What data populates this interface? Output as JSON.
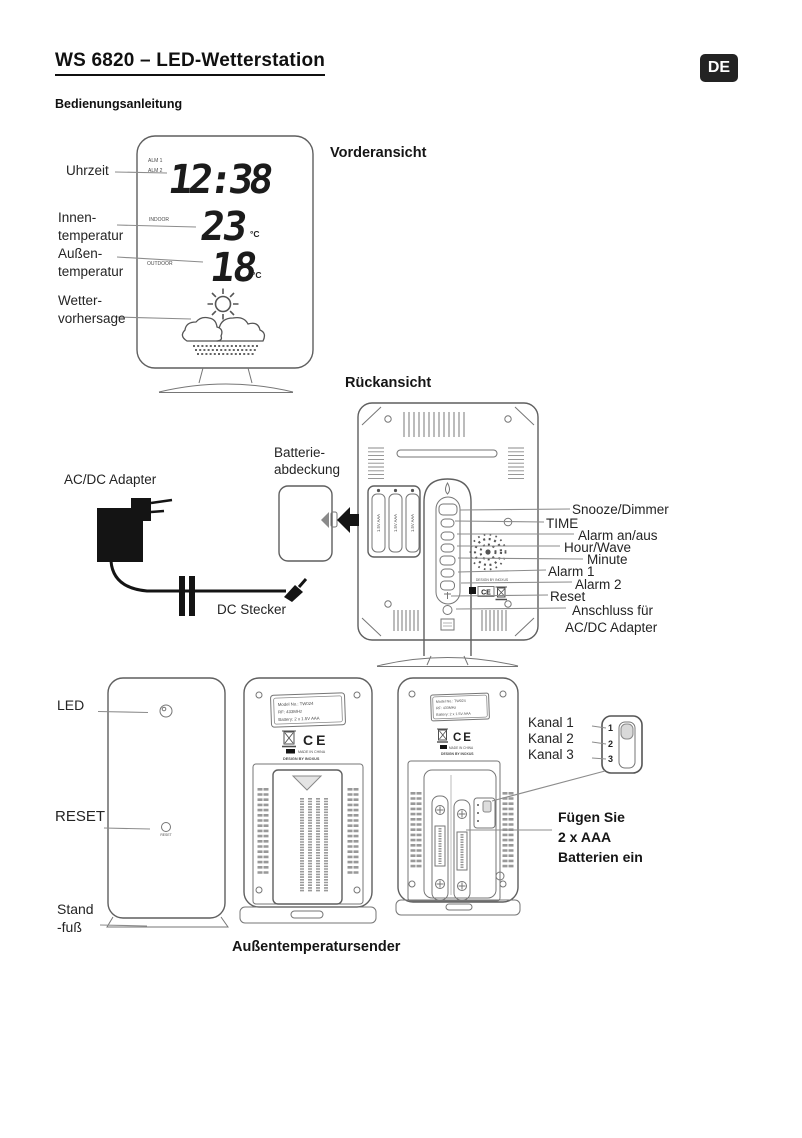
{
  "page": {
    "title": "WS 6820 – LED-Wetterstation",
    "language_badge": "DE",
    "subtitle": "Bedienungsanleitung"
  },
  "front_view": {
    "heading": "Vorderansicht",
    "callout_time": "Uhrzeit",
    "callout_indoor": [
      "Innen-",
      "temperatur"
    ],
    "callout_outdoor": [
      "Außen-",
      "temperatur"
    ],
    "callout_forecast": [
      "Wetter-",
      "vorhersage"
    ],
    "display": {
      "alarm1": "ALM 1",
      "alarm2": "ALM 2",
      "time": "12:38",
      "indoor_label": "INDOOR",
      "indoor_temp": "23",
      "outdoor_label": "OUTDOOR",
      "outdoor_temp": "18",
      "unit": "°C"
    }
  },
  "back_view": {
    "heading": "Rückansicht",
    "callout_battery_cover": [
      "Batterie-",
      "abdeckung"
    ],
    "callout_adapter": "AC/DC Adapter",
    "callout_dc_plug": "DC Stecker",
    "battery_label": "1.5V AAA",
    "button_callouts": [
      "Snooze/Dimmer",
      "TIME",
      "Alarm an/aus",
      "Hour/Wave",
      "Minute",
      "Alarm 1",
      "Alarm 2",
      "Reset"
    ],
    "callout_dc_in": [
      "Anschluss für",
      "AC/DC Adapter"
    ]
  },
  "sensor": {
    "heading": "Außentemperatursender",
    "callout_led": "LED",
    "callout_reset": "RESET",
    "reset_button_label": "RESET",
    "callout_stand": [
      "Stand",
      "-fuß"
    ],
    "channel_callouts": [
      "Kanal 1",
      "Kanal 2",
      "Kanal 3"
    ],
    "switch_numbers": [
      "1",
      "2",
      "3"
    ],
    "battery_note": [
      "Fügen Sie",
      "2 x AAA",
      "Batterien ein"
    ],
    "model_plate": [
      "Model No.: TW024",
      "RF: 433MHz",
      "Battery: 2 x 1.5V AAA"
    ]
  },
  "marks": {
    "ce": "CE",
    "made_in": "MADE IN CHINA",
    "design_by": "DESIGN BY INOXUS"
  }
}
